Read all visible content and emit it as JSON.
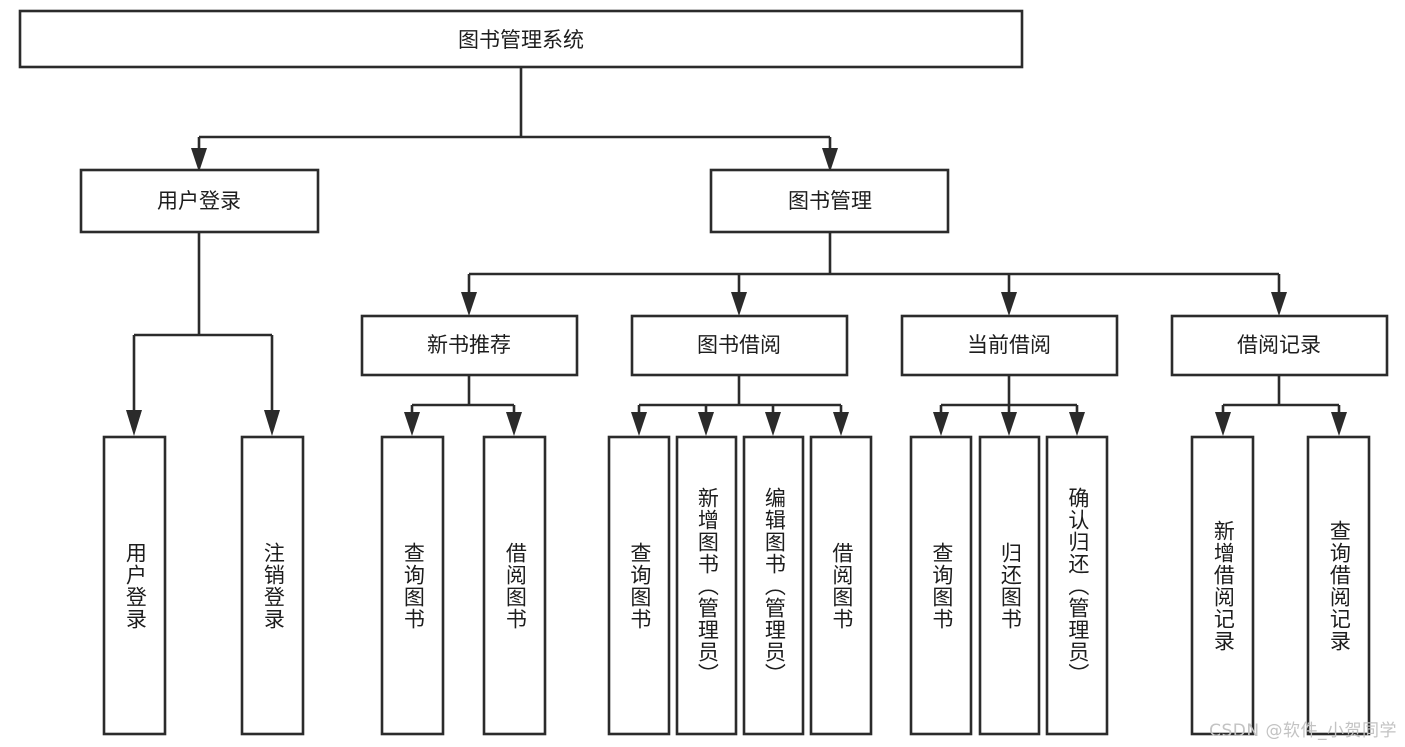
{
  "diagram": {
    "title": "图书管理系统",
    "type": "tree",
    "watermark": "CSDN @软件_小贺同学",
    "colors": {
      "box_stroke": "#2b2b2b",
      "box_fill": "#ffffff",
      "text": "#1d1d1d",
      "connector": "#2b2b2b",
      "background": "#ffffff",
      "watermark": "#c3c3c3"
    },
    "root": {
      "label": "图书管理系统",
      "orientation": "horizontal"
    },
    "level2": [
      {
        "label": "用户登录",
        "orientation": "horizontal"
      },
      {
        "label": "图书管理",
        "orientation": "horizontal"
      }
    ],
    "level3": [
      {
        "label": "新书推荐",
        "orientation": "horizontal"
      },
      {
        "label": "图书借阅",
        "orientation": "horizontal"
      },
      {
        "label": "当前借阅",
        "orientation": "horizontal"
      },
      {
        "label": "借阅记录",
        "orientation": "horizontal"
      }
    ],
    "leaves": {
      "user_login": [
        {
          "label": "用户登录",
          "orientation": "vertical"
        },
        {
          "label": "注销登录",
          "orientation": "vertical"
        }
      ],
      "new_book_recommend": [
        {
          "label": "查询图书",
          "orientation": "vertical"
        },
        {
          "label": "借阅图书",
          "orientation": "vertical"
        }
      ],
      "book_borrow": [
        {
          "label": "查询图书",
          "orientation": "vertical"
        },
        {
          "label": "新增图书（管理员）",
          "orientation": "vertical"
        },
        {
          "label": "编辑图书（管理员）",
          "orientation": "vertical"
        },
        {
          "label": "借阅图书",
          "orientation": "vertical"
        }
      ],
      "current_borrow": [
        {
          "label": "查询图书",
          "orientation": "vertical"
        },
        {
          "label": "归还图书",
          "orientation": "vertical"
        },
        {
          "label": "确认归还（管理员）",
          "orientation": "vertical"
        }
      ],
      "borrow_record": [
        {
          "label": "新增借阅记录",
          "orientation": "vertical"
        },
        {
          "label": "查询借阅记录",
          "orientation": "vertical"
        }
      ]
    }
  }
}
